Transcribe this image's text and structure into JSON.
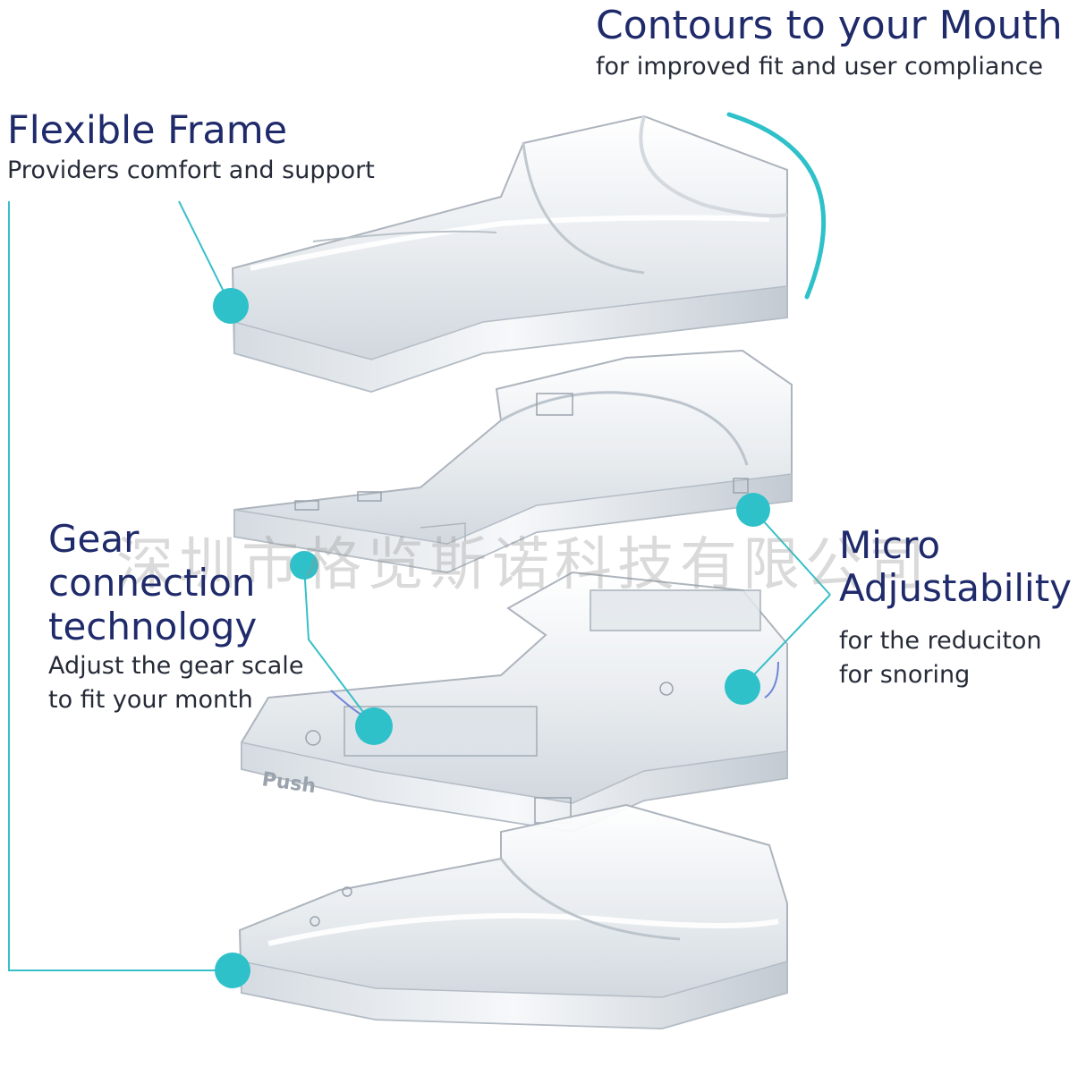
{
  "callouts": {
    "contours": {
      "title": "Contours to your Mouth",
      "subtitle": "for improved fit and user compliance"
    },
    "flexible_frame": {
      "title": "Flexible Frame",
      "subtitle": "Providers comfort and support"
    },
    "gear": {
      "title_lines": [
        "Gear",
        "connection",
        "technology"
      ],
      "subtitle_lines": [
        "Adjust the gear scale",
        "to fit your month"
      ]
    },
    "micro": {
      "title_lines": [
        "Micro",
        "Adjustability"
      ],
      "subtitle_lines": [
        "for the reduciton",
        "for snoring"
      ]
    }
  },
  "product": {
    "imprint": "Push"
  },
  "watermark": "深圳市格览斯诺科技有限公司",
  "colors": {
    "heading": "#1f2a6b",
    "body_text": "#262b38",
    "accent_teal": "#2ec1c9",
    "leader_line": "#38bfc8",
    "plastic_fill": "#eef1f4",
    "plastic_edge": "#a9b1ba"
  },
  "icons": {
    "callout_marker": "teal-dot-marker"
  }
}
